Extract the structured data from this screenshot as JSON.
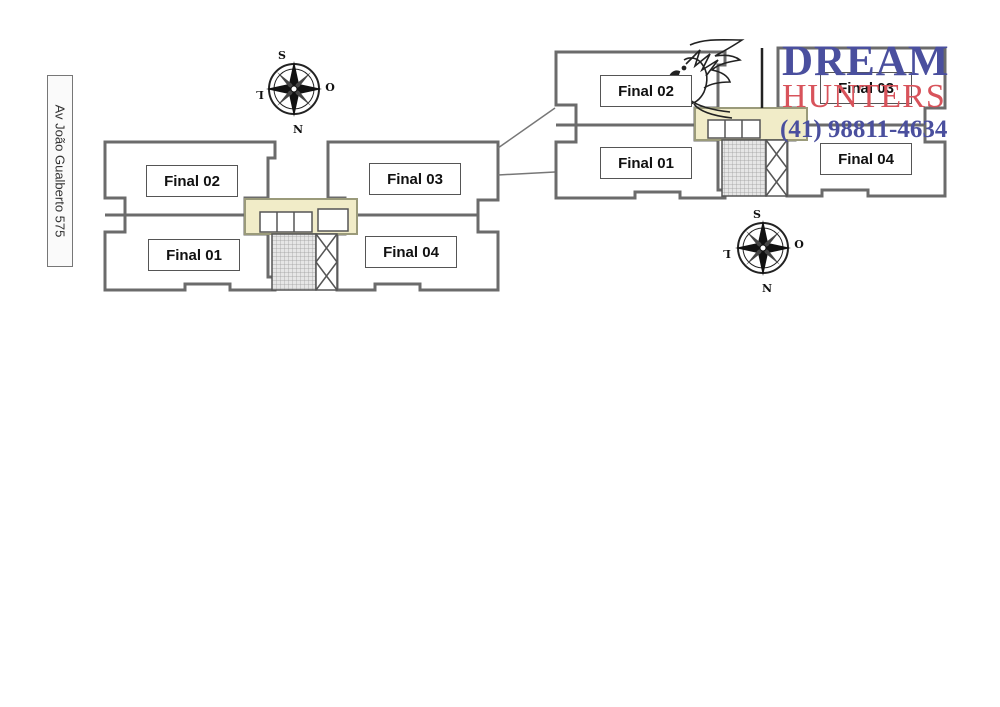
{
  "street_label": "Av João Gualberto 575",
  "units_left": {
    "final_02": "Final 02",
    "final_03": "Final 03",
    "final_01": "Final 01",
    "final_04": "Final 04"
  },
  "units_right": {
    "final_02": "Final 02",
    "final_03": "Final 03",
    "final_01": "Final 01",
    "final_04": "Final 04"
  },
  "compass": {
    "s": "S",
    "o": "O",
    "l": "L",
    "n": "N"
  },
  "brand": {
    "line1": "DREAM",
    "line2": "HUNTERS",
    "phone": "(41) 98811-4634",
    "color_primary": "#4a4f9e",
    "color_accent": "#d8535b",
    "icon": "eagle-logo"
  },
  "colors": {
    "wall": "#6b6b6b",
    "core_fill": "#f1ecc8"
  }
}
